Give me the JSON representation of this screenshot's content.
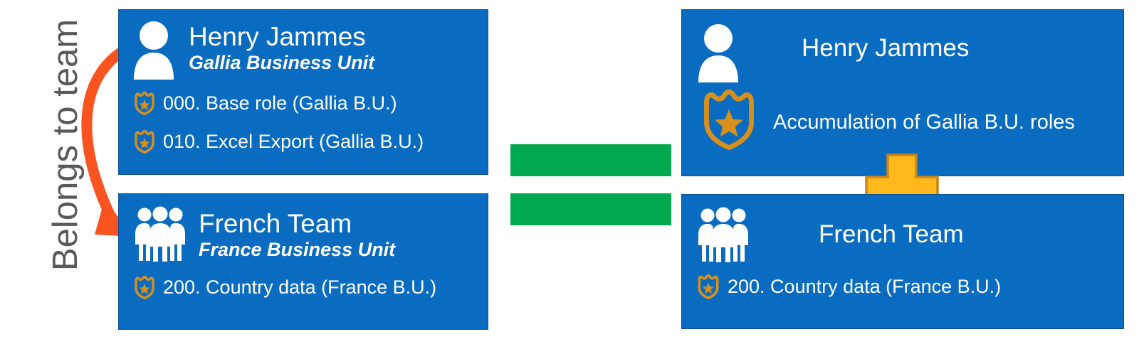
{
  "caption": {
    "text": "Belongs to team"
  },
  "colors": {
    "card_blue": "#0A6CC1",
    "card_border": "#10508F",
    "equals_green": "#00A84F",
    "plus_fill": "#FFB81C",
    "plus_stroke": "#C7851A",
    "badge_orange": "#D9901A",
    "arrow_orange": "#F9541F",
    "caption_gray": "#595959",
    "text_white": "#FFFFFF"
  },
  "left": {
    "person_card": {
      "icon": "person-icon",
      "name": "Henry Jammes",
      "business_unit": "Gallia Business Unit",
      "roles": [
        {
          "icon": "badge-icon",
          "label": "000. Base role (Gallia B.U.)"
        },
        {
          "icon": "badge-icon",
          "label": "010. Excel Export (Gallia B.U.)"
        }
      ]
    },
    "team_card": {
      "icon": "people-group-icon",
      "name": "French Team",
      "business_unit": "France Business Unit",
      "roles": [
        {
          "icon": "badge-icon",
          "label": "200. Country data (France B.U.)"
        }
      ]
    }
  },
  "operators": {
    "equals": "equals-sign",
    "plus": "plus-sign"
  },
  "right": {
    "person_card": {
      "icon": "person-icon",
      "name": "Henry Jammes",
      "badge_icon": "badge-icon-large",
      "summary": "Accumulation of Gallia B.U. roles"
    },
    "team_card": {
      "icon": "people-group-icon",
      "name": "French Team",
      "roles": [
        {
          "icon": "badge-icon",
          "label": "200. Country data (France B.U.)"
        }
      ]
    }
  },
  "arrow": {
    "name": "belongs-to-team-arrow"
  }
}
